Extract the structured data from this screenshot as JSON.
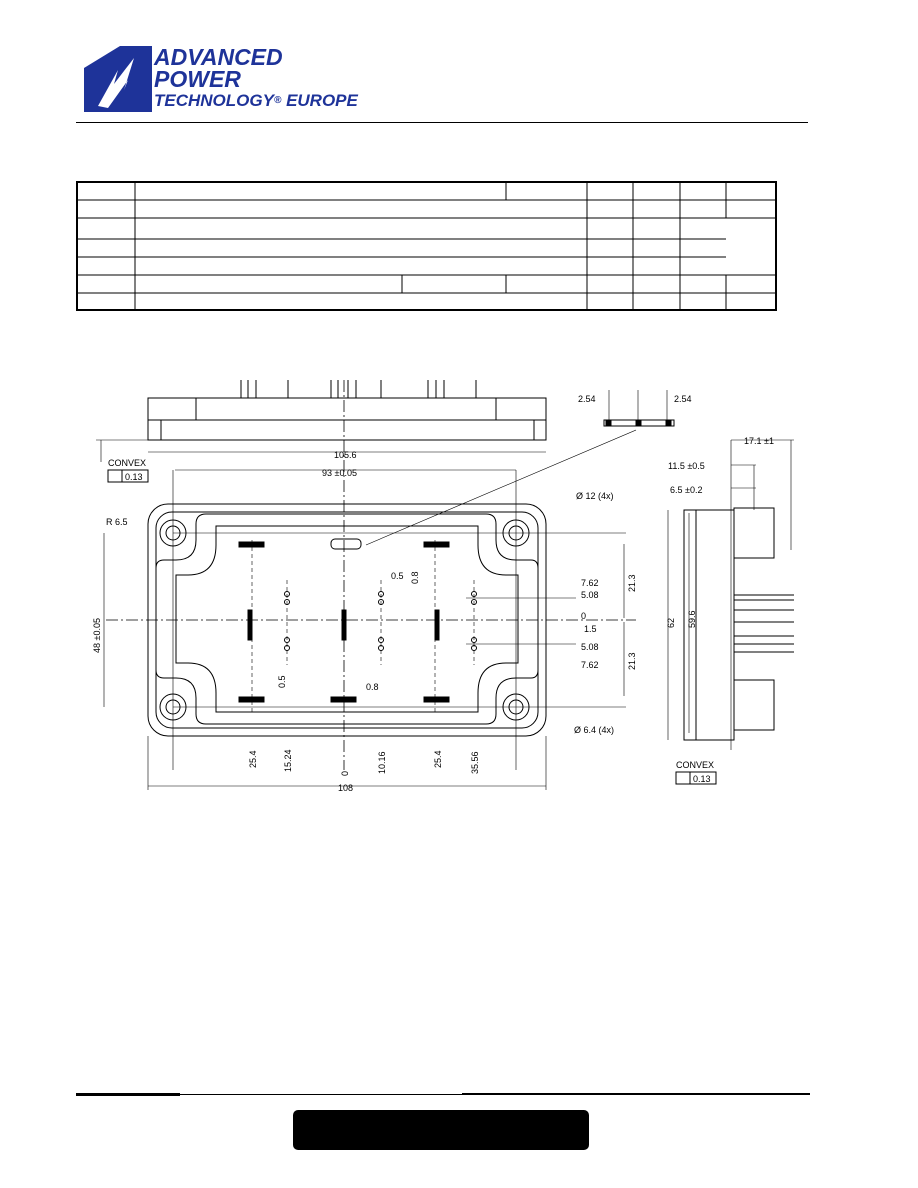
{
  "header": {
    "brand_line1": "ADVANCED",
    "brand_line2": "POWER",
    "brand_line3": "TECHNOLOGY",
    "brand_reg": "®",
    "brand_line3b": "EUROPE",
    "brand_color": "#1e3399"
  },
  "drawing": {
    "dims": {
      "len_105_6": "105.6",
      "len_93": "93 ±0.05",
      "len_108": "108",
      "width_48": "48 ±0.05",
      "width_62": "62",
      "width_59_6": "59.6",
      "radius": "R 6.5",
      "hole_12": "Ø 12 (4x)",
      "hole_6_4": "Ø 6.4 (4x)",
      "pitch_a": "2.54",
      "pitch_b": "2.54",
      "h_17_1": "17.1 ±1",
      "h_11_5": "11.5 ±0.5",
      "h_6_5": "6.5 ±0.2",
      "convex": "CONVEX",
      "flatness": "0.13",
      "convex2": "CONVEX",
      "flatness2": "0.13",
      "pin_0_5a": "0.5",
      "pin_0_8a": "0.8",
      "pin_0_5b": "0.5",
      "pin_0_8b": "0.8",
      "r_21_3a": "21.3",
      "r_21_3b": "21.3",
      "y_7_62a": "7.62",
      "y_5_08a": "5.08",
      "y_0": "0",
      "y_1_5": "1.5",
      "y_5_08b": "5.08",
      "y_7_62b": "7.62",
      "x_25_4a": "25.4",
      "x_15_24": "15.24",
      "x_0": "0",
      "x_10_16": "10.16",
      "x_25_4b": "25.4",
      "x_35_56": "35.56"
    }
  }
}
